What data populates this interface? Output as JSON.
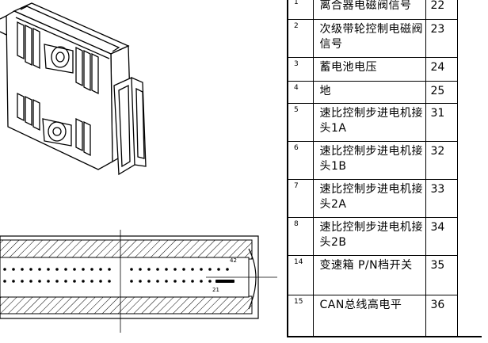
{
  "figure": {
    "connector_pin_labels": [
      "42",
      "21"
    ]
  },
  "pin_table": {
    "rows": [
      {
        "num": "1",
        "func": "离合器电磁阀信号",
        "pin2": "22"
      },
      {
        "num": "2",
        "func": "次级带轮控制电磁阀信号",
        "pin2": "23"
      },
      {
        "num": "3",
        "func": "蓄电池电压",
        "pin2": "24"
      },
      {
        "num": "4",
        "func": "地",
        "pin2": "25"
      },
      {
        "num": "5",
        "func": "速比控制步进电机接头1A",
        "pin2": "31"
      },
      {
        "num": "6",
        "func": "速比控制步进电机接头1B",
        "pin2": "32"
      },
      {
        "num": "7",
        "func": "速比控制步进电机接头2A",
        "pin2": "33"
      },
      {
        "num": "8",
        "func": "速比控制步进电机接头2B",
        "pin2": "34"
      },
      {
        "num": "14",
        "func": "变速箱 P/N档开关",
        "pin2": "35"
      },
      {
        "num": "15",
        "func": "CAN总线高电平",
        "pin2": "36"
      }
    ]
  }
}
